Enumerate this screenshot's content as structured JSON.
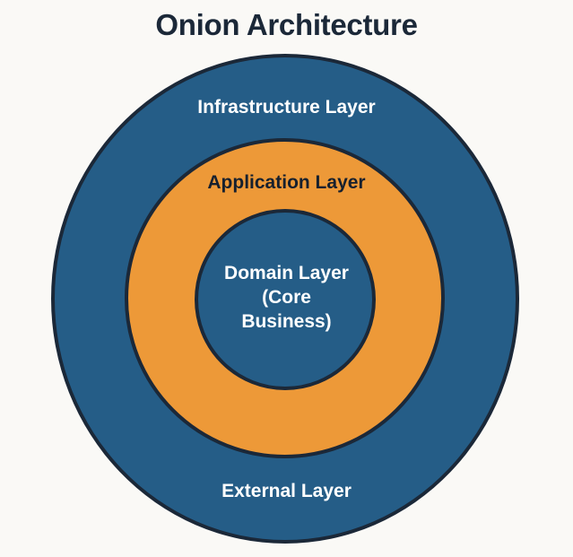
{
  "page": {
    "title": "Onion Architecture",
    "background_color": "#faf9f6"
  },
  "colors": {
    "outer_ring_fill": "#255d87",
    "middle_ring_fill": "#ed9938",
    "inner_circle_fill": "#255d87",
    "stroke": "#1b2838",
    "title_text": "#1b2838",
    "light_label_text": "#ffffff",
    "dark_label_text": "#16202e"
  },
  "diagram": {
    "type": "concentric-circles",
    "layers": [
      {
        "id": "outer",
        "label_top": "Infrastructure Layer",
        "label_bottom": "External Layer",
        "fill": "#255d87",
        "text_color": "#ffffff"
      },
      {
        "id": "middle",
        "label_top": "Application Layer",
        "fill": "#ed9938",
        "text_color": "#16202e"
      },
      {
        "id": "inner",
        "label_lines": [
          "Domain Layer",
          "(Core",
          "Business)"
        ],
        "fill": "#255d87",
        "text_color": "#ffffff"
      }
    ]
  },
  "labels": {
    "infrastructure": "Infrastructure Layer",
    "application": "Application Layer",
    "external": "External Layer",
    "domain_line_1": "Domain Layer",
    "domain_line_2": "(Core",
    "domain_line_3": "Business)"
  }
}
